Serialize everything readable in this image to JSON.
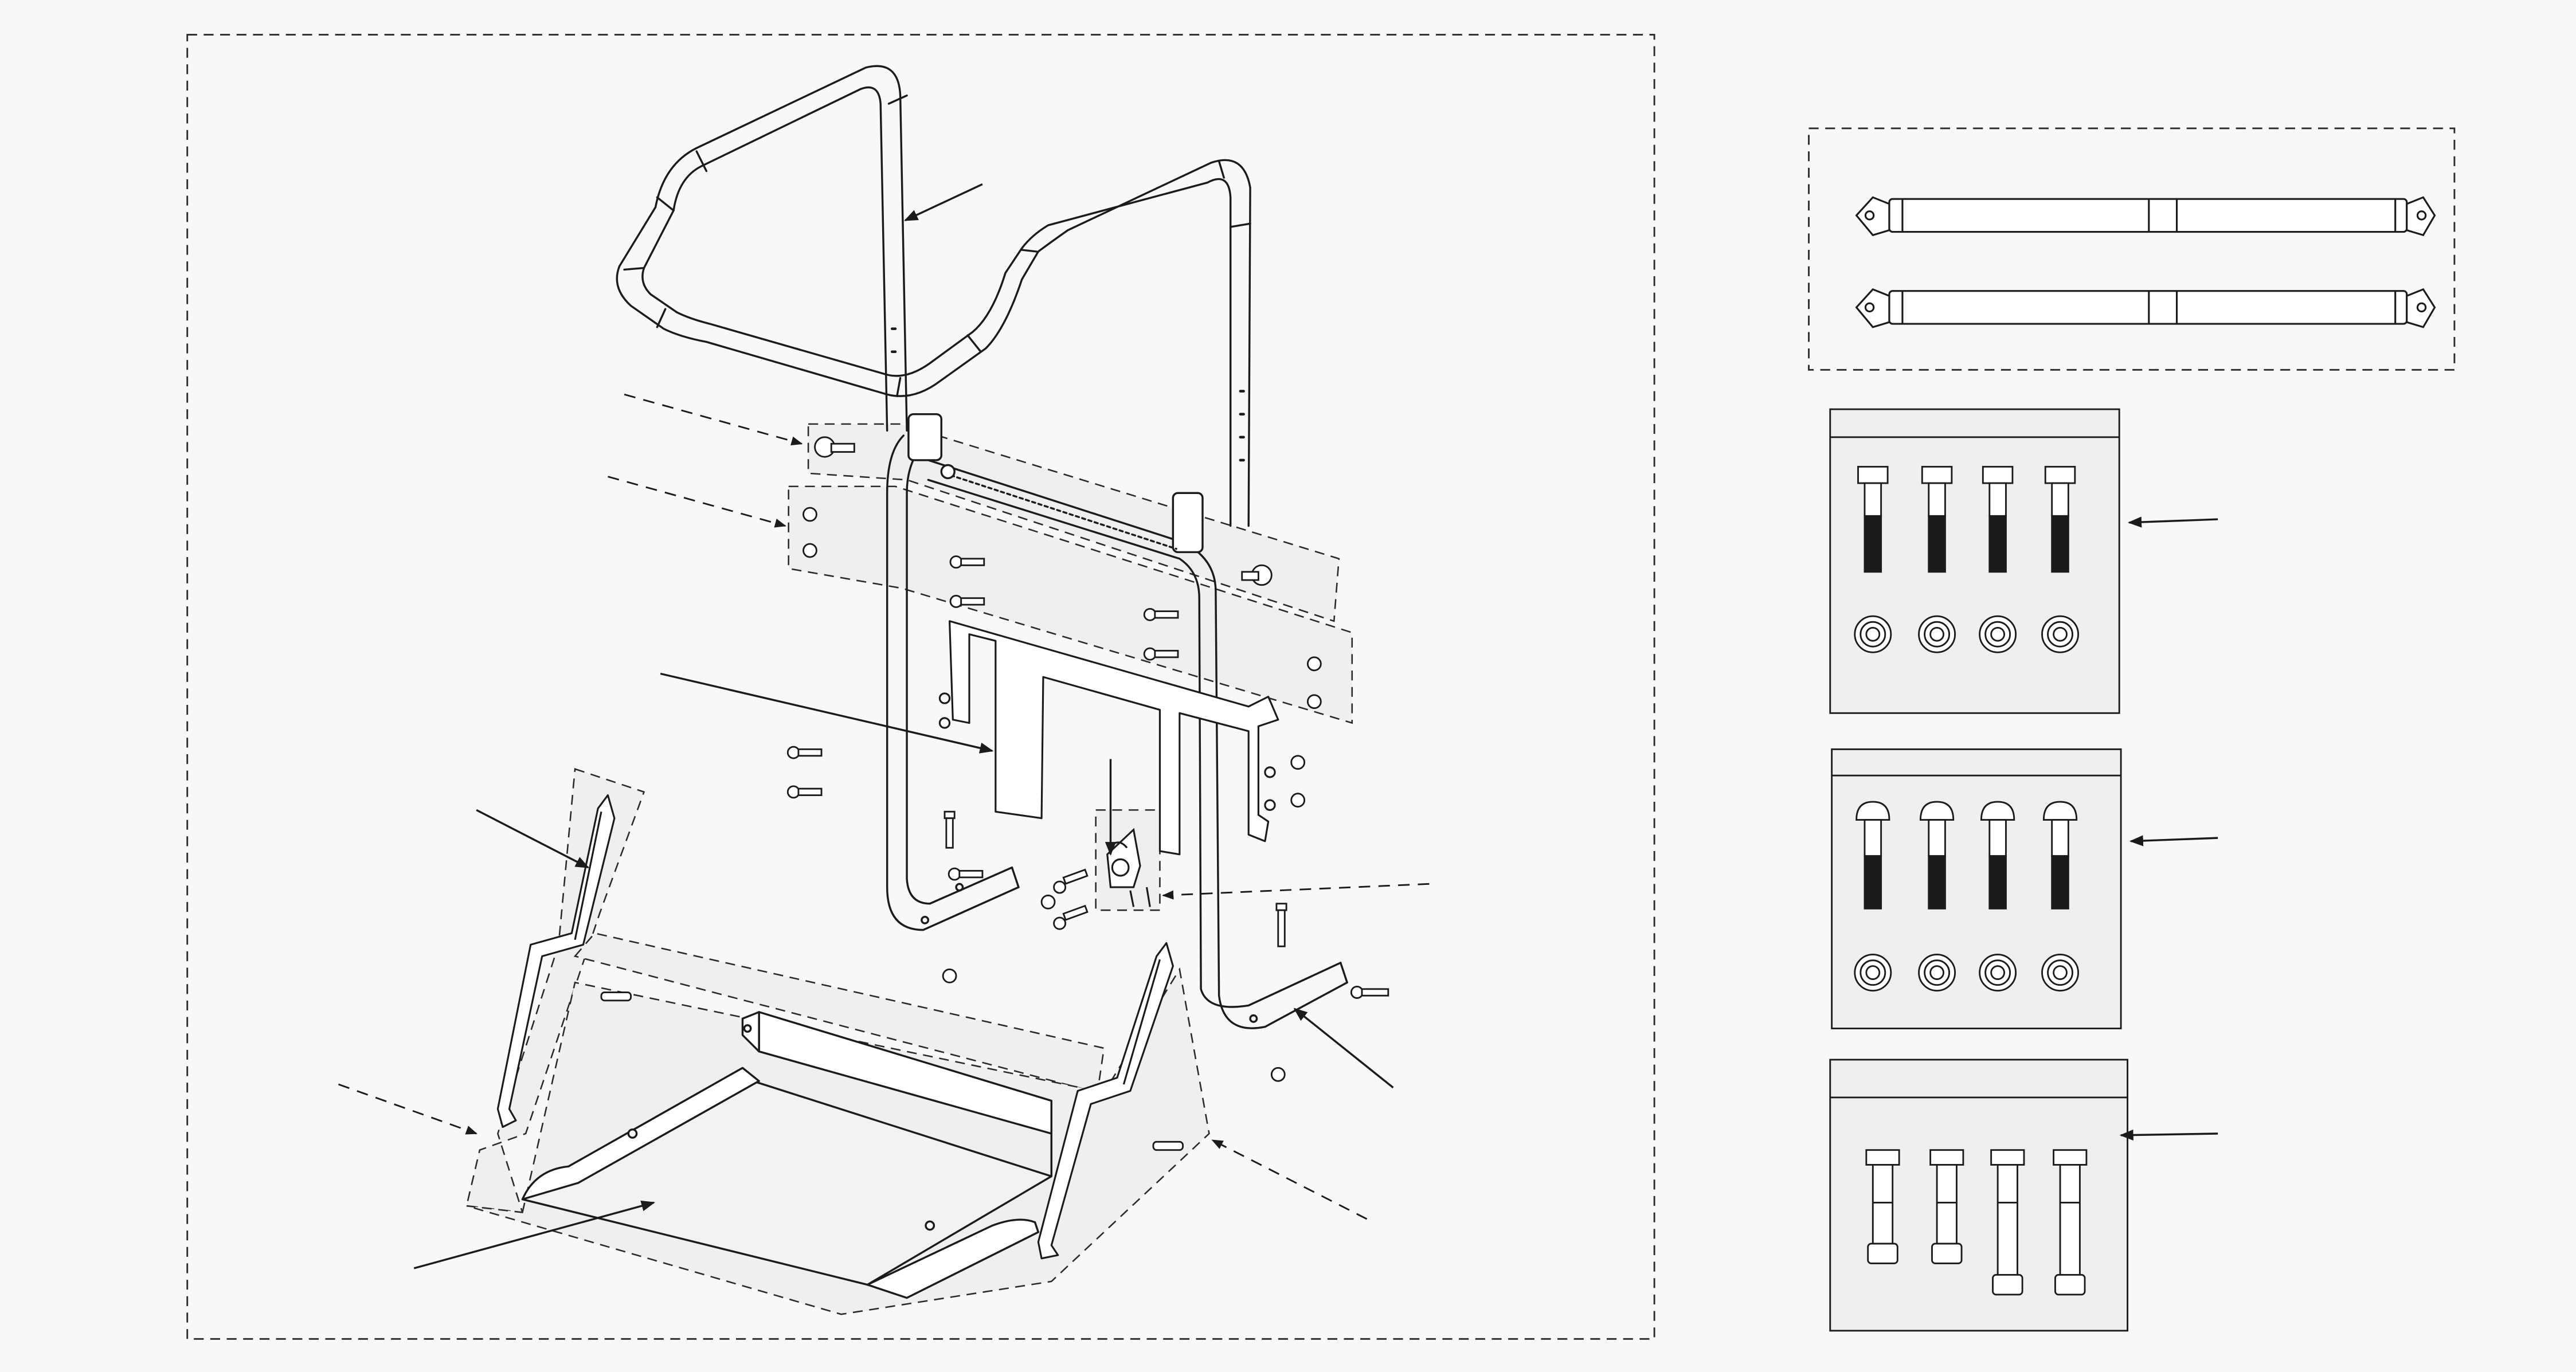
{
  "figure": {
    "kind": "exploded-assembly-diagram",
    "colors": {
      "background": "#f8f8f9",
      "line": "#1b1b1b",
      "part_fill": "#ffffff",
      "shade_fill": "#efefef",
      "dash": "#2a2a2a"
    },
    "main_view": {
      "parts": [
        "upper-handle-frame",
        "rear-tube-frame",
        "backplate-bracket",
        "latch-pin-assembly",
        "left-support-strut",
        "right-support-strut",
        "folding-step-platform",
        "hardware-bolts",
        "hardware-nuts"
      ]
    },
    "kits": [
      {
        "id": "kit-struts",
        "contents": "strut",
        "count": 2
      },
      {
        "id": "kit-hex-bolts",
        "contents": "hex-bolt-and-nut",
        "count": 4
      },
      {
        "id": "kit-carriage-bolts",
        "contents": "carriage-bolt-and-nut",
        "count": 4
      },
      {
        "id": "kit-shoulder-bolts",
        "contents": "shoulder-bolt",
        "count": 4
      }
    ]
  }
}
